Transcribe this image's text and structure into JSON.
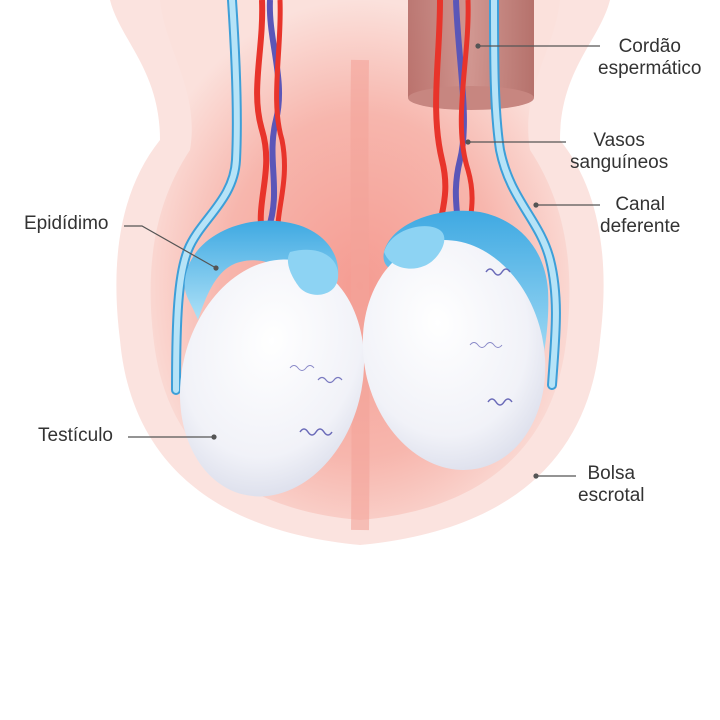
{
  "labels": {
    "cordao_l1": "Cordão",
    "cordao_l2": "espermático",
    "vasos_l1": "Vasos",
    "vasos_l2": "sanguíneos",
    "canal_l1": "Canal",
    "canal_l2": "deferente",
    "epididimo": "Epidídimo",
    "testiculo": "Testículo",
    "bolsa_l1": "Bolsa",
    "bolsa_l2": "escrotal"
  },
  "colors": {
    "scrotum_outer": "#fbe3df",
    "scrotum_inner": "#f7b5ad",
    "testis": "#f3f4f9",
    "epididymis": "#6cc4ee",
    "artery": "#e8342b",
    "vein": "#5b56b8",
    "vas_deferens": "#a9dcf4",
    "cord_sleeve": "#b86a63",
    "leader_line": "#555555"
  }
}
